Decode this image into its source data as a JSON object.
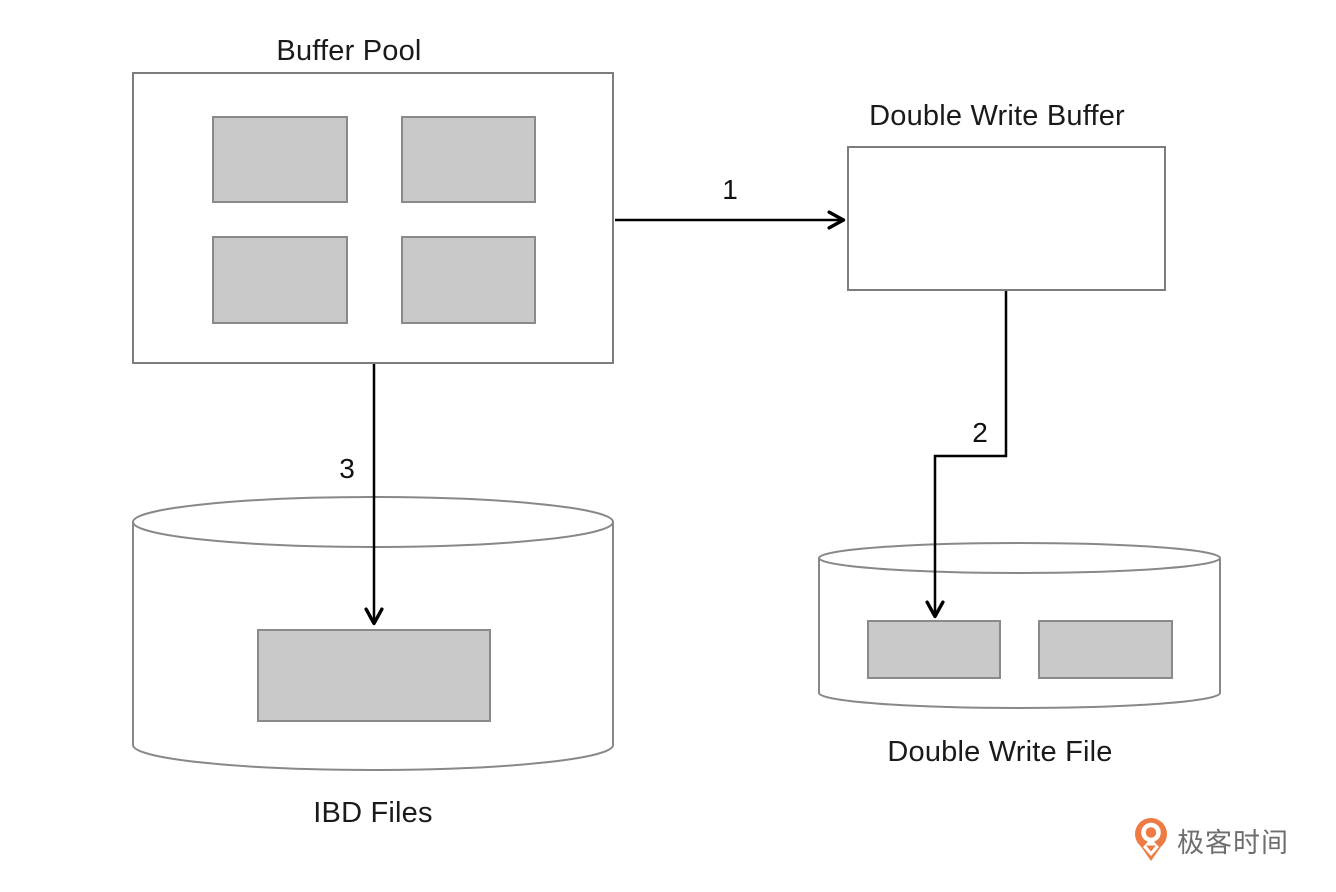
{
  "diagram": {
    "buffer_pool": {
      "label": "Buffer Pool",
      "pages": 4
    },
    "double_write_buffer": {
      "label": "Double Write Buffer"
    },
    "double_write_file": {
      "label": "Double Write File",
      "pages": 2
    },
    "ibd_files": {
      "label": "IBD Files",
      "pages": 1
    },
    "steps": {
      "to_double_write_buffer": "1",
      "to_double_write_file": "2",
      "to_ibd_files": "3"
    }
  },
  "branding": {
    "logo_text": "极客时间",
    "logo_icon": "geektime-pin-icon"
  },
  "colors": {
    "background": "#ffffff",
    "shape_border": "#7d7d7d",
    "page_fill": "#c9c9c9",
    "page_border": "#8a8a8a",
    "line": "#000000",
    "text": "#1a1a1a",
    "logo_orange": "#ed7b43",
    "logo_text_gray": "#6e6e6e"
  }
}
